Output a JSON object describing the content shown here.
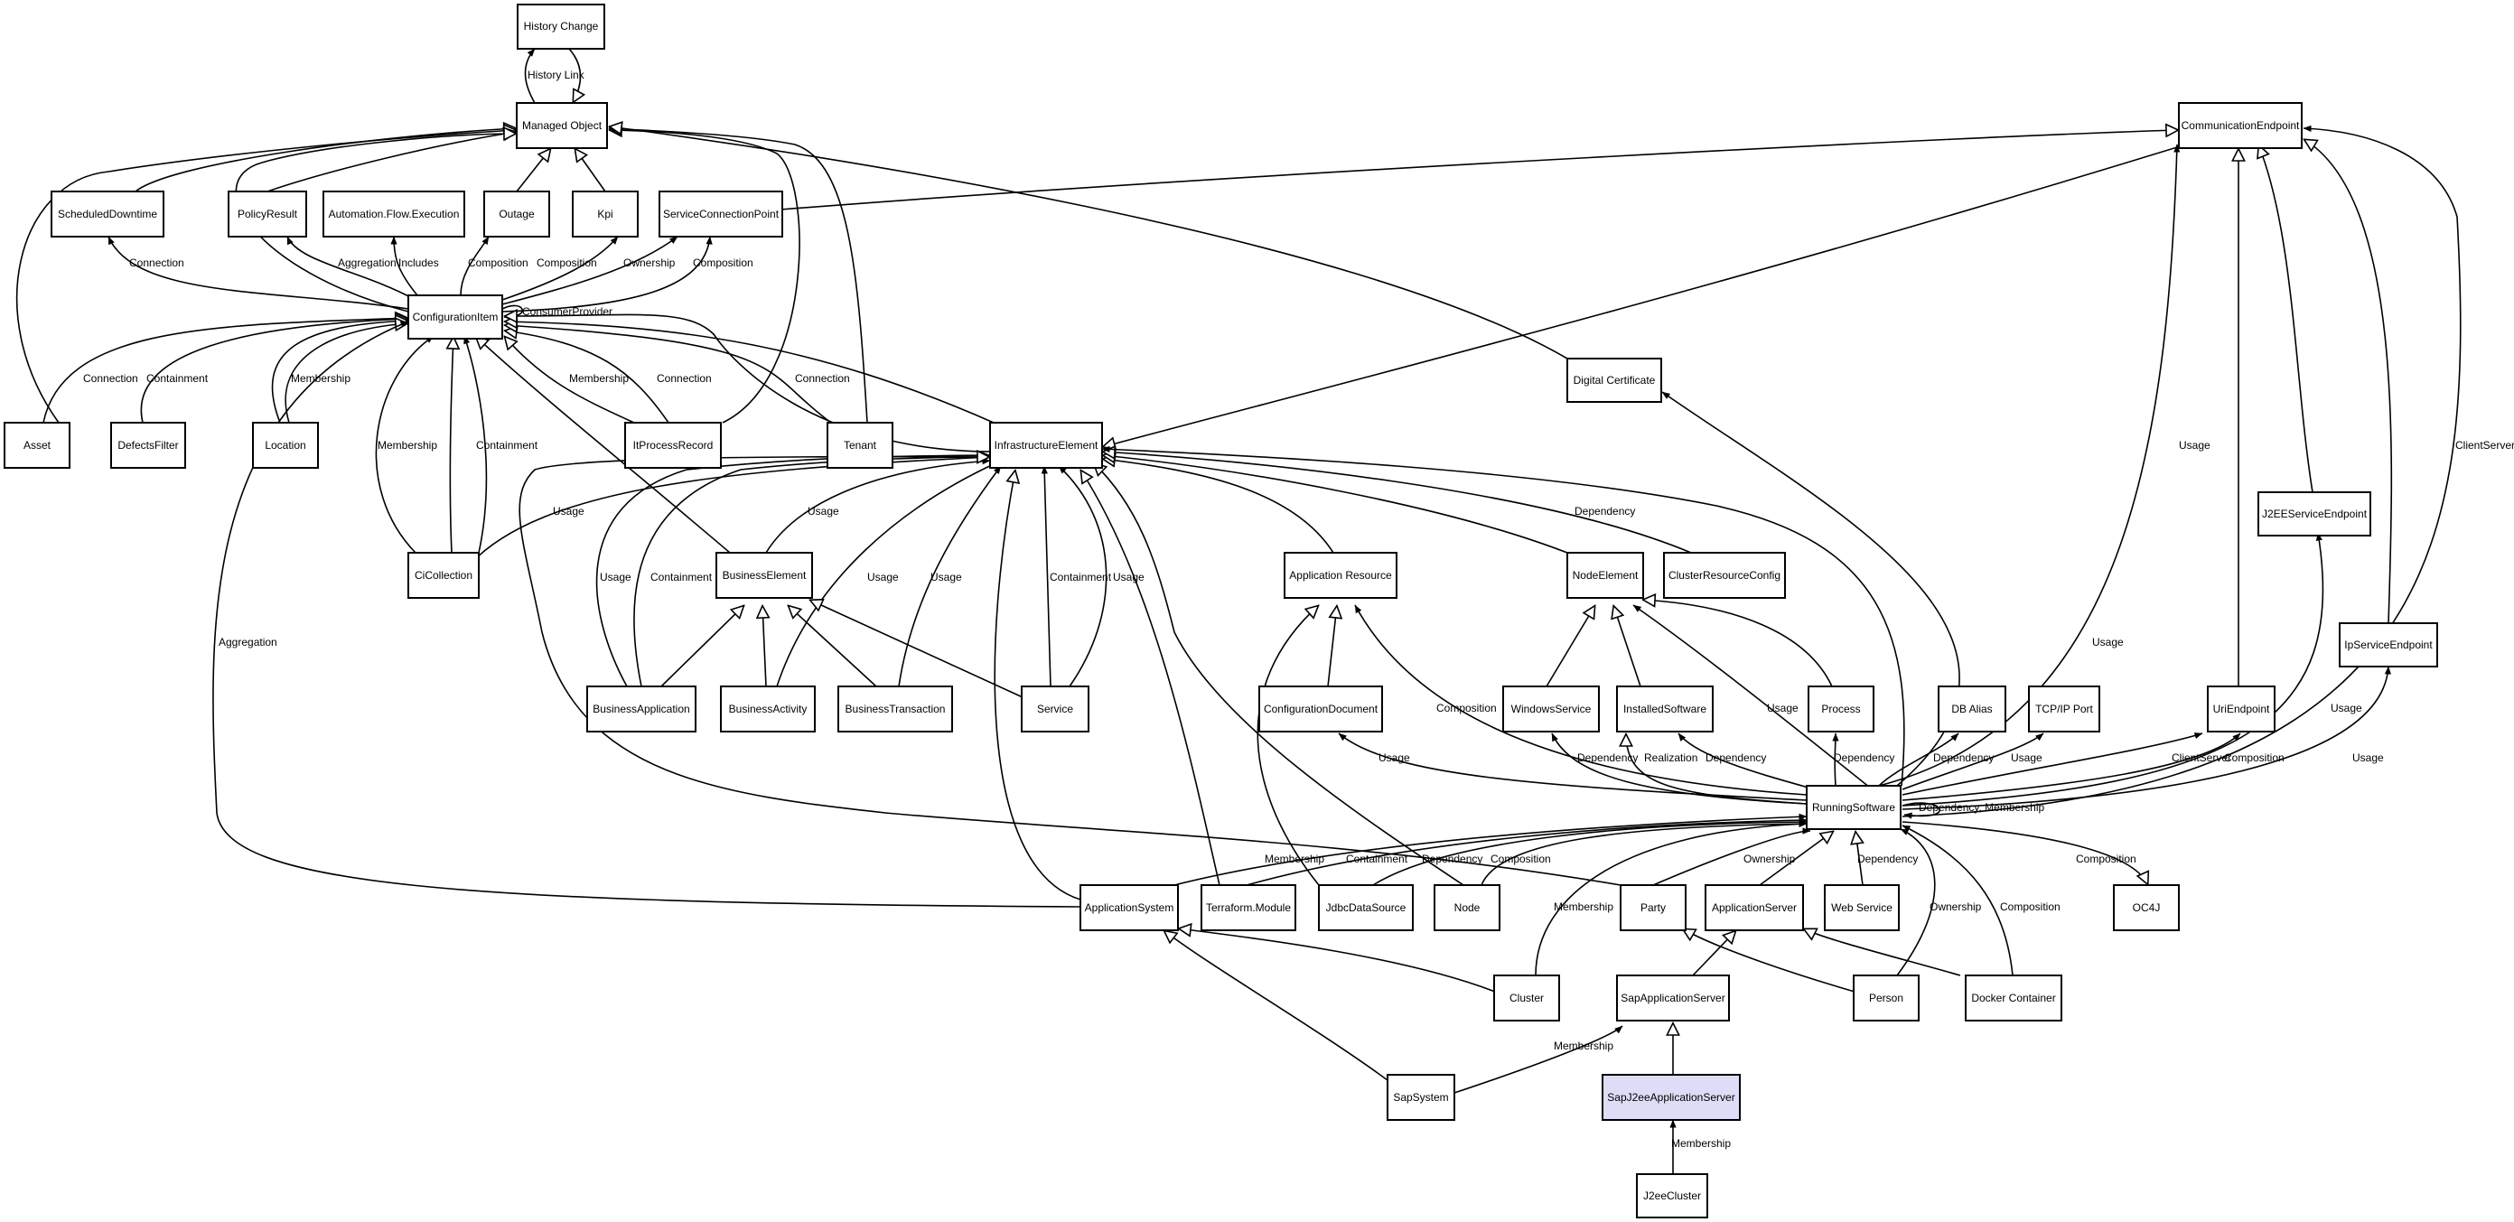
{
  "nodes": {
    "history_change": "History Change",
    "managed_object": "Managed Object",
    "scheduled_downtime": "ScheduledDowntime",
    "policy_result": "PolicyResult",
    "automation_flow_execution": "Automation.Flow.Execution",
    "outage": "Outage",
    "kpi": "Kpi",
    "service_connection_point": "ServiceConnectionPoint",
    "communication_endpoint": "CommunicationEndpoint",
    "configuration_item": "ConfigurationItem",
    "digital_certificate": "Digital Certificate",
    "asset": "Asset",
    "defects_filter": "DefectsFilter",
    "location": "Location",
    "it_process_record": "ItProcessRecord",
    "tenant": "Tenant",
    "infrastructure_element": "InfrastructureElement",
    "j2ee_service_endpoint": "J2EEServiceEndpoint",
    "ci_collection": "CiCollection",
    "business_element": "BusinessElement",
    "application_resource": "Application Resource",
    "node_element": "NodeElement",
    "cluster_resource_config": "ClusterResourceConfig",
    "ip_service_endpoint": "IpServiceEndpoint",
    "business_application": "BusinessApplication",
    "business_activity": "BusinessActivity",
    "business_transaction": "BusinessTransaction",
    "service": "Service",
    "configuration_document": "ConfigurationDocument",
    "windows_service": "WindowsService",
    "installed_software": "InstalledSoftware",
    "process": "Process",
    "db_alias": "DB Alias",
    "tcpip_port": "TCP/IP Port",
    "uri_endpoint": "UriEndpoint",
    "running_software": "RunningSoftware",
    "application_system": "ApplicationSystem",
    "terraform_module": "Terraform.Module",
    "jdbc_data_source": "JdbcDataSource",
    "node": "Node",
    "party": "Party",
    "application_server": "ApplicationServer",
    "web_service": "Web Service",
    "oc4j": "OC4J",
    "cluster": "Cluster",
    "sap_application_server": "SapApplicationServer",
    "person": "Person",
    "docker_container": "Docker Container",
    "sap_system": "SapSystem",
    "sap_j2ee_application_server": "SapJ2eeApplicationServer",
    "j2ee_cluster": "J2eeCluster"
  },
  "edge_labels": {
    "history_link": "History Link",
    "connection": "Connection",
    "aggregation": "Aggregation",
    "includes": "Includes",
    "composition": "Composition",
    "ownership": "Ownership",
    "consumer_provider": "ConsumerProvider",
    "containment": "Containment",
    "membership": "Membership",
    "usage": "Usage",
    "dependency": "Dependency",
    "realization": "Realization",
    "client_server": "ClientServer",
    "dependency_membership": "Dependency, Membership"
  },
  "colors": {
    "highlight_fill": "#ddddf7",
    "stroke": "#000000",
    "background": "#ffffff"
  }
}
